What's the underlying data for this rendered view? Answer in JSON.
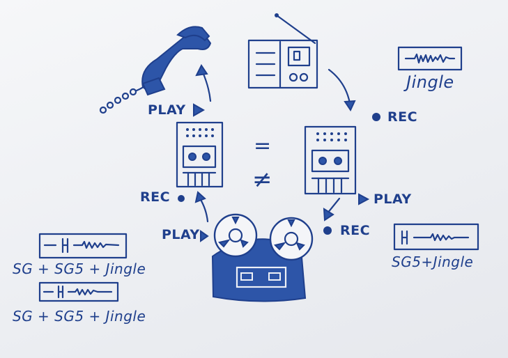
{
  "labels": {
    "play_top": "PLAY",
    "rec_right_top": "REC",
    "jingle_top": "Jingle",
    "equals": "=",
    "not_equal": "≠",
    "rec_left": "REC",
    "play_right": "PLAY",
    "play_left": "PLAY",
    "rec_reel": "REC",
    "tape_sg5_jingle": "SG5+Jingle",
    "tape_a": "SG + SG5 + Jingle",
    "tape_b": "SG + SG5 + Jingle"
  },
  "icons": {
    "telephone": "telephone-handset-icon",
    "radio": "radio-icon",
    "left_recorder": "cassette-recorder-icon",
    "right_recorder": "cassette-recorder-icon",
    "reel_to_reel": "reel-to-reel-tape-deck-icon"
  },
  "colors": {
    "ink": "#1f3f8c",
    "ink_fill": "#2d55a8",
    "paper": "#f2f3f6"
  }
}
